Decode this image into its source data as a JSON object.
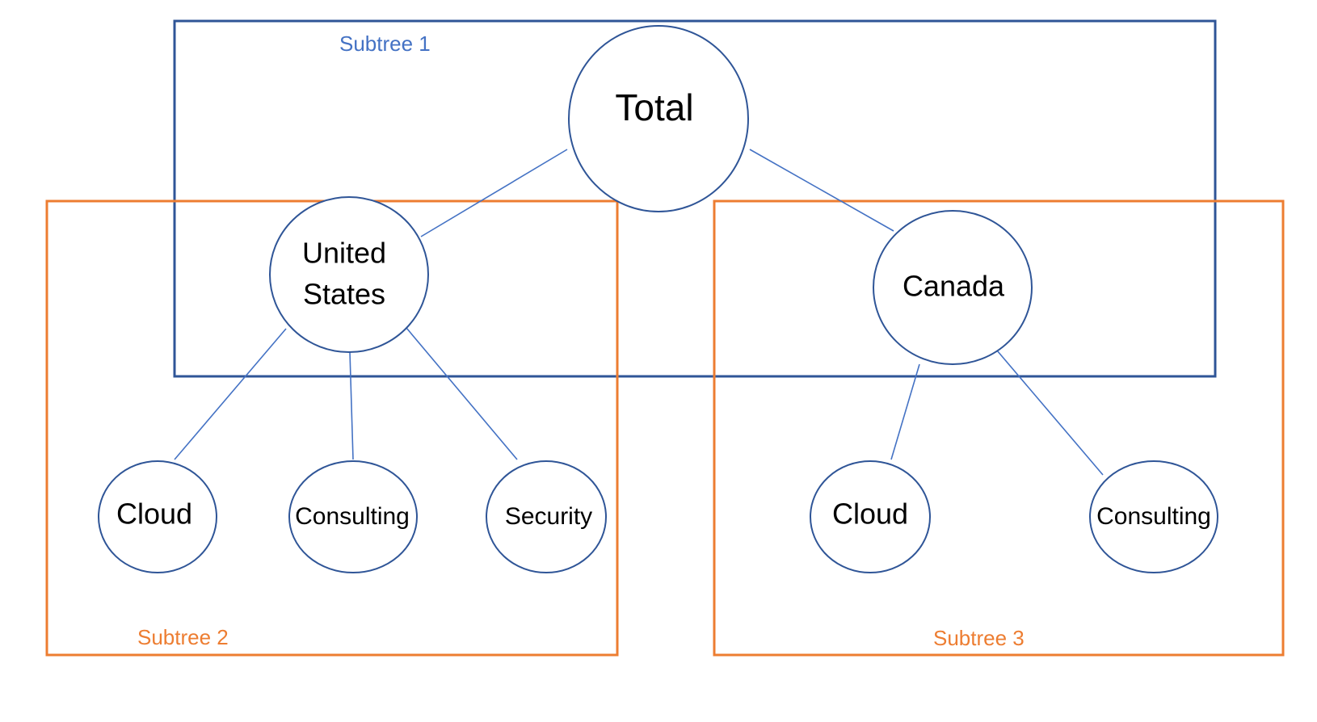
{
  "colors": {
    "subtree_1": "#2F5597",
    "subtree_1_label": "#4472C4",
    "subtree_2_3": "#ED7D31",
    "edge": "#4472C4",
    "node_outline": "#2F5597",
    "background": "#FFFFFF"
  },
  "subtrees": {
    "subtree_1": {
      "label": "Subtree 1"
    },
    "subtree_2": {
      "label": "Subtree 2"
    },
    "subtree_3": {
      "label": "Subtree 3"
    }
  },
  "nodes": {
    "total": {
      "label": "Total"
    },
    "united_states": {
      "label_line_1": "United",
      "label_line_2": "States"
    },
    "canada": {
      "label": "Canada"
    },
    "us_cloud": {
      "label": "Cloud"
    },
    "us_consulting": {
      "label": "Consulting"
    },
    "us_security": {
      "label": "Security"
    },
    "ca_cloud": {
      "label": "Cloud"
    },
    "ca_consulting": {
      "label": "Consulting"
    }
  },
  "edges": [
    {
      "from": "Total",
      "to": "United States"
    },
    {
      "from": "Total",
      "to": "Canada"
    },
    {
      "from": "United States",
      "to": "Cloud"
    },
    {
      "from": "United States",
      "to": "Consulting"
    },
    {
      "from": "United States",
      "to": "Security"
    },
    {
      "from": "Canada",
      "to": "Cloud"
    },
    {
      "from": "Canada",
      "to": "Consulting"
    }
  ]
}
